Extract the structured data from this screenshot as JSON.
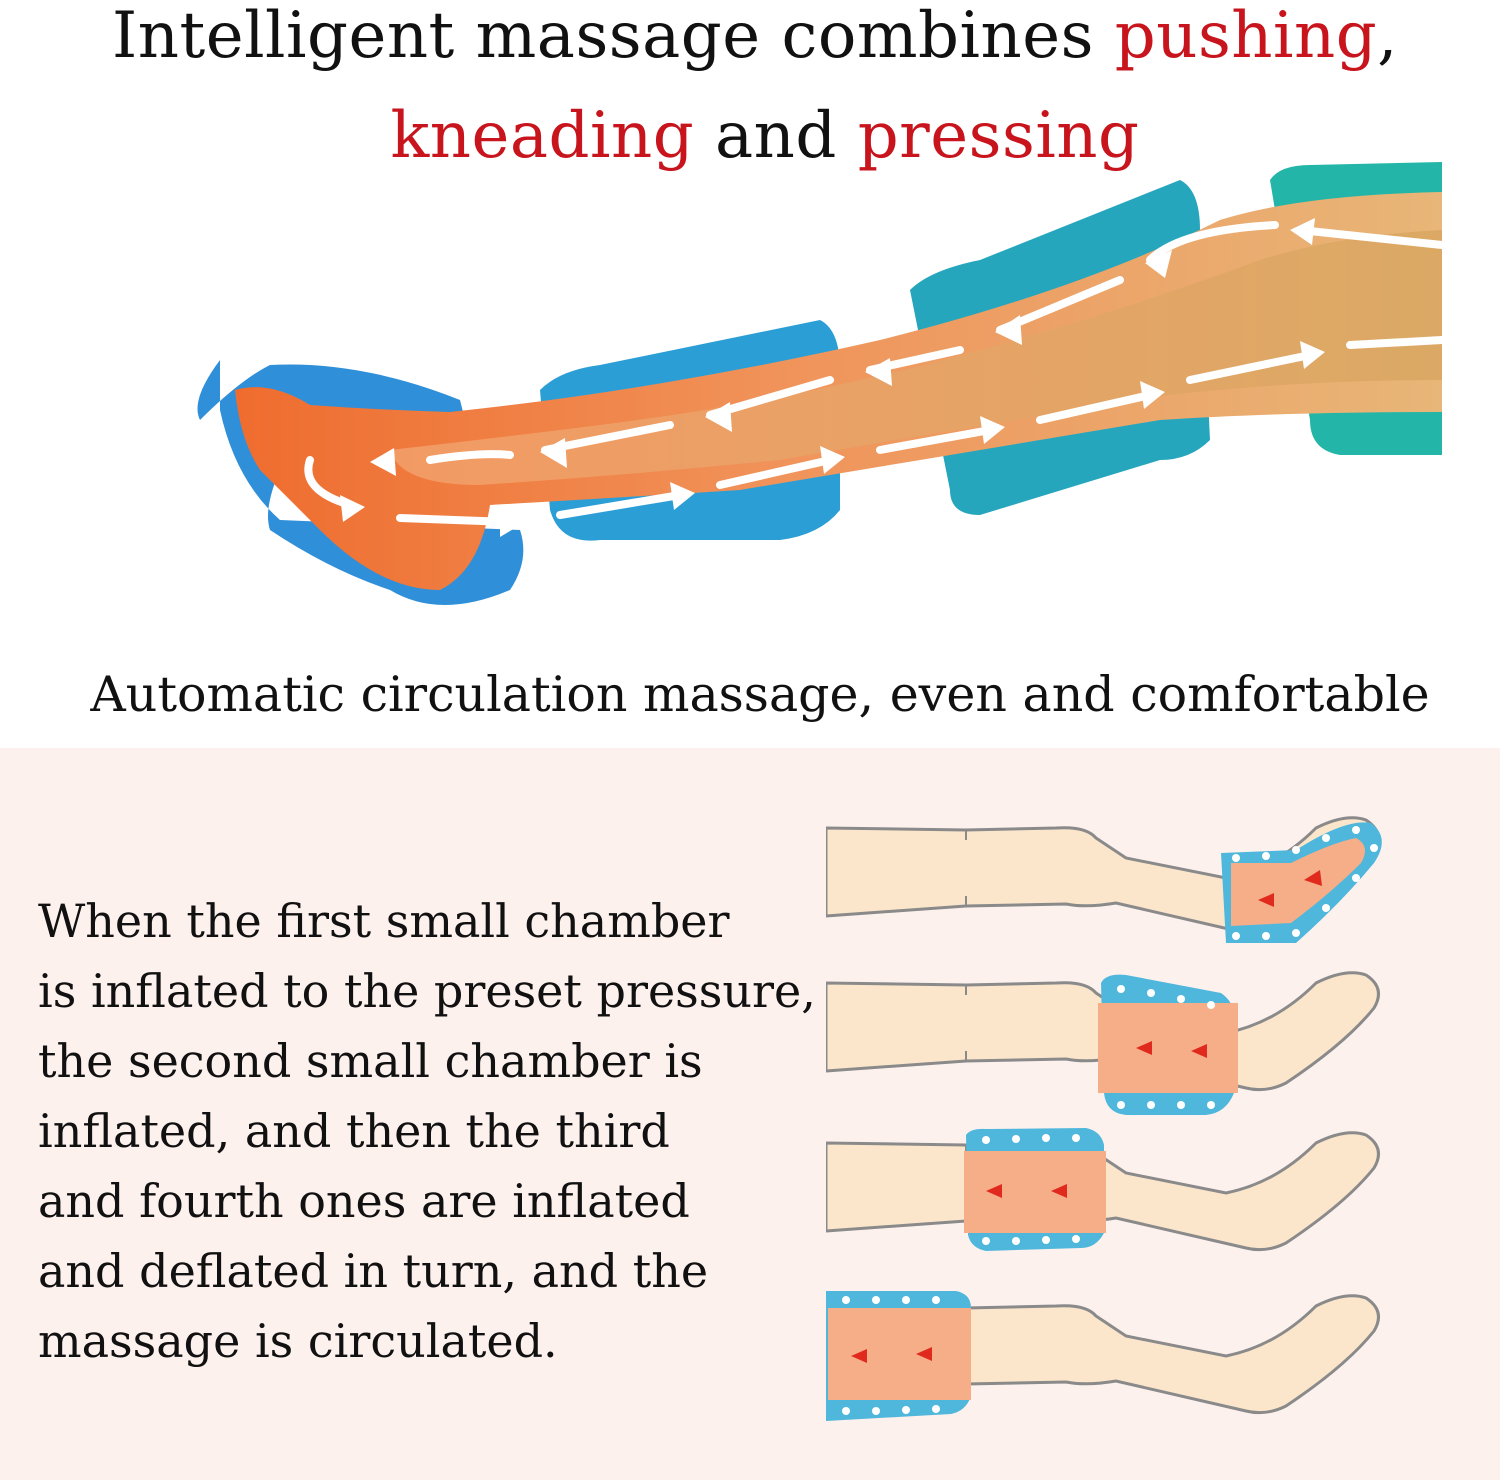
{
  "headline": {
    "line1": [
      {
        "text": "Intelligent massage combines ",
        "highlight": false
      },
      {
        "text": "pushing",
        "highlight": true
      },
      {
        "text": ",",
        "highlight": false
      }
    ],
    "line2": [
      {
        "text": "kneading",
        "highlight": true
      },
      {
        "text": " and ",
        "highlight": false
      },
      {
        "text": "pressing",
        "highlight": true
      }
    ]
  },
  "subtitle": "Automatic circulation massage, even and comfortable",
  "description": {
    "lines": [
      "When the first small chamber",
      "is inflated to the preset pressure,",
      "the second small chamber is",
      "inflated, and then the third",
      "and fourth ones are inflated",
      "and deflated in turn, and the",
      "massage is circulated."
    ]
  },
  "colors": {
    "highlight": "#c8141c",
    "text": "#111111",
    "panel_bg": "#fdf1ee",
    "chamber_blue": "#2f8fd8",
    "chamber_teal": "#1fb0a8",
    "leg_orange": "#f08a4b",
    "leg_tan": "#d9a45e",
    "leg_skin": "#fbe6cc",
    "inflated": "#f6ae88",
    "arrow_red": "#e02a1e"
  },
  "illustrations": {
    "hero": "leg-circulation-arrows-illustration",
    "steps": [
      "step-1-foot-chamber-inflated",
      "step-2-calf-chamber-inflated",
      "step-3-knee-chamber-inflated",
      "step-4-thigh-chamber-inflated"
    ]
  }
}
